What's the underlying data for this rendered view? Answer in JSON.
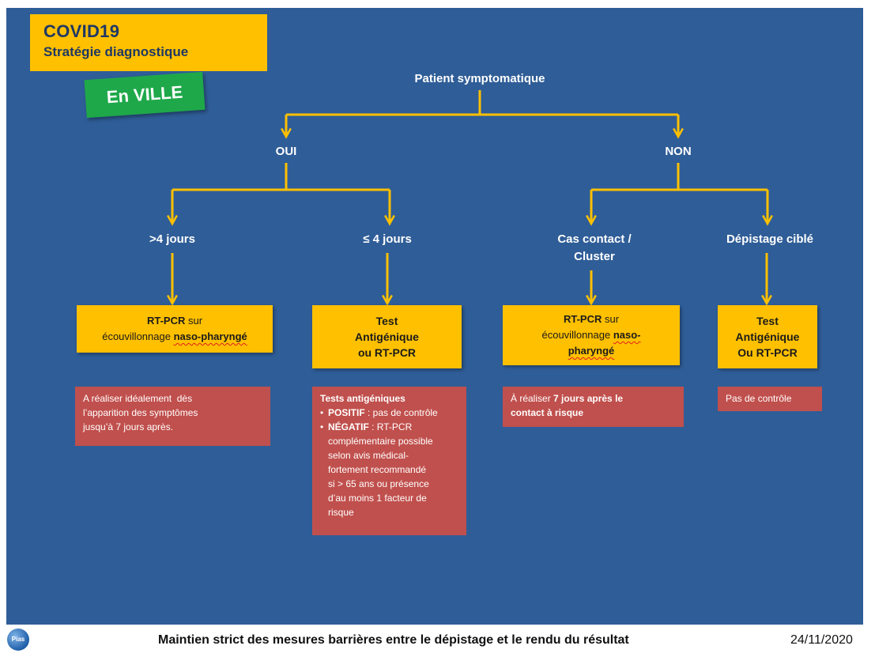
{
  "colors": {
    "panel": "#2F5D97",
    "yellow": "#FFC000",
    "red": "#C0504D",
    "green": "#1FA84A",
    "title_text": "#1F3864",
    "arrow": "#FFC000"
  },
  "title_box": {
    "title": "COVID19",
    "subtitle": "Stratégie diagnostique"
  },
  "badge": {
    "label": "En VILLE"
  },
  "logo": {
    "icon": "pias-logo",
    "text": "Pias"
  },
  "flow": {
    "root": "Patient symptomatique",
    "yes": "OUI",
    "no": "NON",
    "yes_over4": ">4 jours",
    "yes_under4": "≤ 4 jours",
    "no_contact": [
      "Cas contact /",
      "Cluster"
    ],
    "no_screening": "Dépistage ciblé"
  },
  "tests": {
    "over4": {
      "bold1": "RT-PCR",
      "rest1": " sur",
      "rest2": "écouvillonnage ",
      "bold2": "naso-pharyngé"
    },
    "under4": {
      "lines": [
        "Test",
        "Antigénique",
        "ou RT-PCR"
      ]
    },
    "contact": {
      "bold1": "RT-PCR",
      "rest1": " sur",
      "rest2": "écouvillonnage ",
      "bold2": "naso-",
      "bold3": "pharyngé"
    },
    "screening": {
      "lines": [
        "Test",
        "Antigénique",
        "Ou RT-PCR"
      ]
    }
  },
  "notes": {
    "over4": {
      "lines": [
        "A réaliser idéalement  dès",
        "l’apparition des symptômes",
        "jusqu’à 7 jours après."
      ]
    },
    "under4": {
      "heading": "Tests antigéniques",
      "positive_label": "POSITIF",
      "positive_text": " : pas de contrôle",
      "negative_label": "NÉGATIF",
      "negative_lines": [
        " : RT-PCR",
        "complémentaire possible",
        "selon avis médical-",
        "fortement recommandé",
        "si > 65 ans ou présence",
        "d’au moins 1 facteur de",
        "risque"
      ]
    },
    "contact": {
      "prefix": "À réaliser ",
      "bold_line1": "7 jours après le",
      "bold_line2": "contact à risque"
    },
    "screening": {
      "text": "Pas de contrôle"
    }
  },
  "footer": {
    "note": "Maintien strict des mesures barrières entre le dépistage et le rendu du résultat",
    "date": "24/11/2020"
  }
}
